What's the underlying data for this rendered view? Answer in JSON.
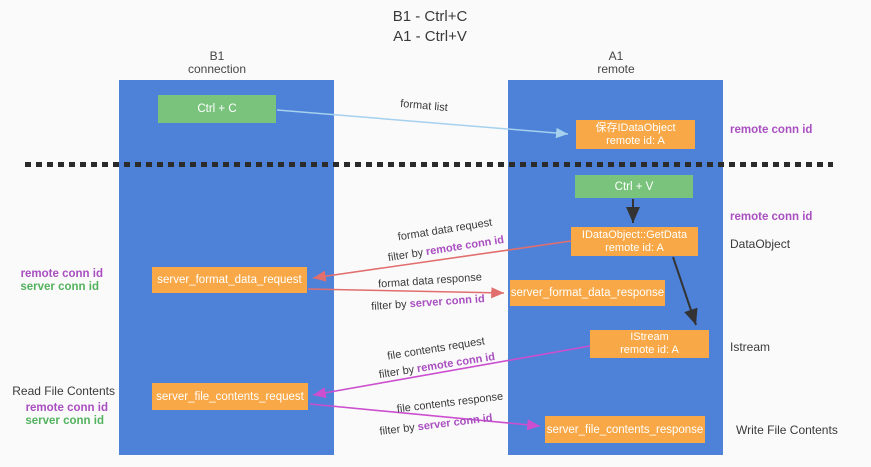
{
  "title": {
    "line1": "B1 - Ctrl+C",
    "line2": "A1 - Ctrl+V"
  },
  "lanes": {
    "left": {
      "title": "B1",
      "subtitle": "connection"
    },
    "right": {
      "title": "A1",
      "subtitle": "remote"
    }
  },
  "nodes": {
    "ctrl_c": {
      "label": "Ctrl + C"
    },
    "ctrl_v": {
      "label": "Ctrl + V"
    },
    "save_dataobject": {
      "line1": "保存IDataObject",
      "line2": "remote id: A"
    },
    "getdata": {
      "line1": "IDataObject::GetData",
      "line2": "remote id: A"
    },
    "istream": {
      "line1": "IStream",
      "line2": "remote id: A"
    },
    "format_request": {
      "label": "server_format_data_request"
    },
    "format_response": {
      "label": "server_format_data_response"
    },
    "file_request": {
      "label": "server_file_contents_request"
    },
    "file_response": {
      "label": "server_file_contents_response"
    }
  },
  "flow_labels": {
    "format_list": "format list",
    "format_data_request": "format data request",
    "format_data_response": "format data response",
    "file_contents_request": "file contents request",
    "file_contents_response": "file contents response",
    "filter_by": "filter by",
    "remote_conn_id": "remote conn id",
    "server_conn_id": "server conn id"
  },
  "annotations": {
    "left_upper": {
      "remote_conn_id": "remote conn id",
      "server_conn_id": "server conn id"
    },
    "left_lower": {
      "read_file_contents": "Read File Contents",
      "remote_conn_id": "remote conn id",
      "server_conn_id": "server conn id"
    },
    "right": {
      "remote_conn_id_top": "remote conn id",
      "remote_conn_id_mid": "remote conn id",
      "dataobject": "DataObject",
      "istream": "Istream",
      "write_file_contents": "Write File Contents"
    }
  },
  "colors": {
    "lane_blue": "#4d82d8",
    "node_orange": "#f8a846",
    "node_green": "#79c37d",
    "arrow_blue": "#a5d0ee",
    "arrow_salmon": "#e26e6e",
    "arrow_magenta": "#cc4fcf",
    "arrow_black": "#333333",
    "label_purple": "#a94fc0",
    "label_green": "#53b25e",
    "text_dark": "#3a3a3a"
  }
}
